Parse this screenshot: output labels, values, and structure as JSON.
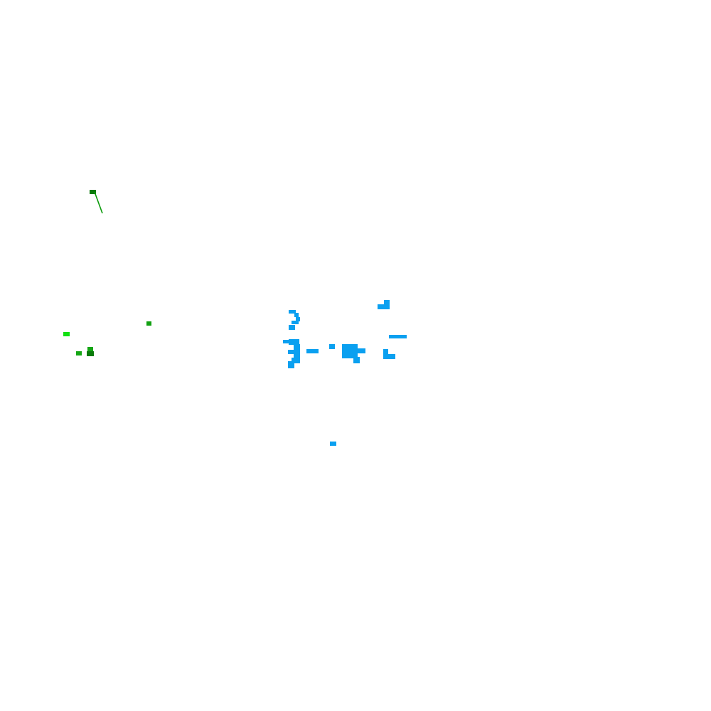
{
  "scene": {
    "background_color": "#ffffff",
    "colors": {
      "green_player": "#0a8a0a",
      "green_player_alt": "#14a614",
      "green_bright": "#11e011",
      "blue_player": "#0aa0f0"
    },
    "entities": [
      {
        "team": "green",
        "kind": "unit-with-trail",
        "icon": "unit-icon"
      },
      {
        "team": "green",
        "kind": "unit",
        "icon": "unit-icon"
      },
      {
        "team": "green",
        "kind": "unit",
        "icon": "unit-icon"
      },
      {
        "team": "green",
        "kind": "unit",
        "icon": "unit-icon"
      },
      {
        "team": "green",
        "kind": "unit",
        "icon": "unit-icon"
      },
      {
        "team": "blue",
        "kind": "territory-cluster",
        "icon": "territory-icon"
      },
      {
        "team": "blue",
        "kind": "unit",
        "icon": "unit-icon"
      }
    ]
  }
}
